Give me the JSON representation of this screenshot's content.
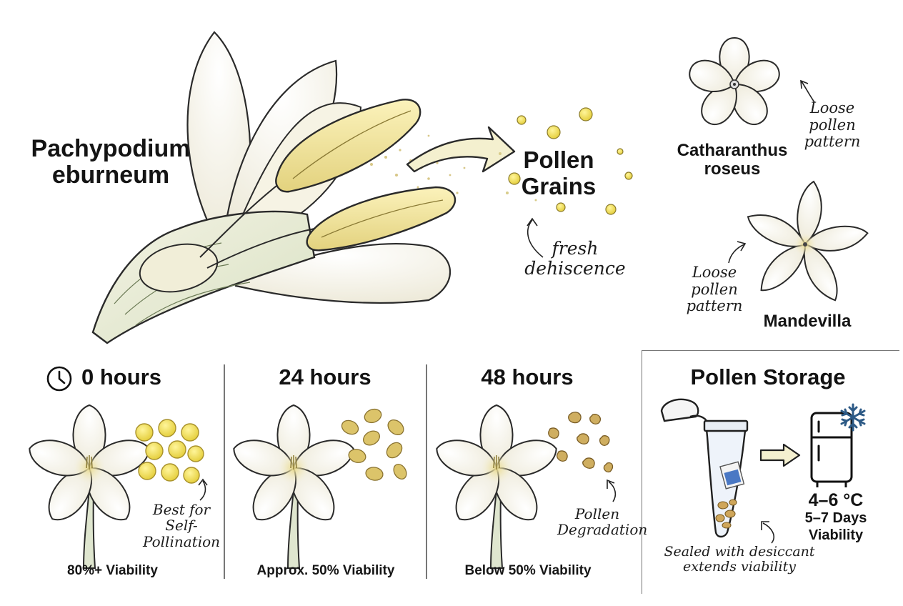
{
  "main_flower": {
    "name_line1": "Pachypodium",
    "name_line2": "eburneum"
  },
  "pollen": {
    "label_line1": "Pollen",
    "label_line2": "Grains",
    "note_line1": "fresh",
    "note_line2": "dehiscence"
  },
  "comparisons": [
    {
      "name_line1": "Catharanthus",
      "name_line2": "roseus",
      "note": [
        "Loose",
        "pollen",
        "pattern"
      ]
    },
    {
      "name_line1": "Mandevilla",
      "note": [
        "Loose",
        "pollen",
        "pattern"
      ]
    }
  ],
  "timeline": [
    {
      "heading": "0 hours",
      "note": [
        "Best for",
        "Self-",
        "Pollination"
      ],
      "viability": "80%+ Viability"
    },
    {
      "heading": "24 hours",
      "viability": "Approx. 50% Viability"
    },
    {
      "heading": "48 hours",
      "note": [
        "Pollen",
        "Degradation"
      ],
      "viability": "Below 50% Viability"
    }
  ],
  "storage": {
    "heading": "Pollen Storage",
    "temperature": "4–6 °C",
    "duration": "5–7 Days",
    "duration_label": "Viability",
    "note_line1": "Sealed with desiccant",
    "note_line2": "extends viability"
  },
  "colors": {
    "petal": "#fbf8ec",
    "pollen_fresh": "#f0dd55",
    "pollen_aged": "#dcc46a",
    "pollen_degraded": "#cfae60",
    "arrow_fill": "#f4f0cf",
    "snowflake": "#2d5a86"
  },
  "icons": [
    "clock-icon",
    "snowflake-icon",
    "refrigerator-icon",
    "microtube-icon",
    "desiccant-packet-icon"
  ]
}
